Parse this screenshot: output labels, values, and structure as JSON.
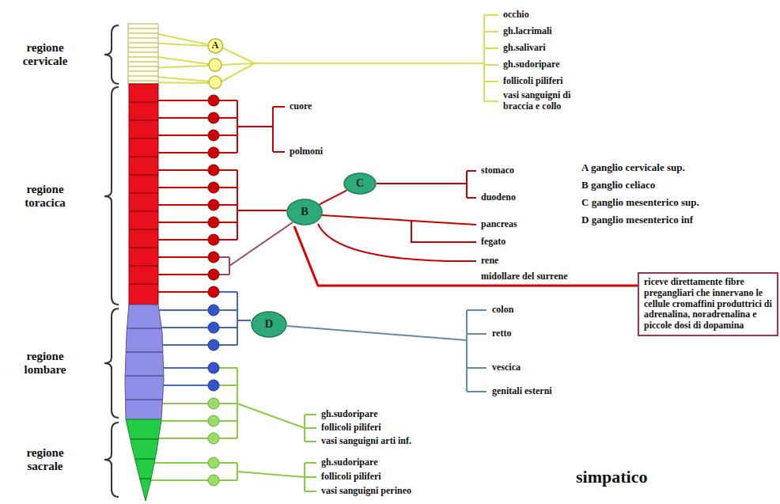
{
  "diagram": {
    "title": "simpatico",
    "nodes": [
      {
        "text": [
          "A"
        ]
      },
      {
        "text": [
          "C"
        ]
      },
      {
        "text": [
          "B"
        ]
      },
      {
        "text": [
          "riceve direttamente fibre pregangliari che innervano le cellule cromaffini produttrici di adrenalina, noradrenalina e piccole dosi di dopamina"
        ]
      },
      {
        "text": [
          "D"
        ]
      }
    ],
    "edges": [
      {
        "from": 2,
        "to": 1,
        "arrow": "none"
      }
    ],
    "labels": [
      "regione cervicale",
      "regione toracica",
      "regione lombare",
      "regione sacrale",
      "occhio",
      "gh.lacrimali",
      "gh.salivari",
      "gh.sudoripare",
      "follicoli piliferi",
      "vasi sanguigni di braccia e collo",
      "cuore",
      "polmoni",
      "stomaco",
      "duodeno",
      "A ganglio cervicale sup.",
      "B ganglio celiaco",
      "C ganglio mesenterico sup.",
      "D ganglio mesenterico inf",
      "pancreas",
      "fegato",
      "rene",
      "midollare del surrene",
      "colon",
      "retto",
      "vescica",
      "genitali esterni",
      "gh.sudoripare",
      "follicoli piliferi",
      "vasi sanguigni arti inf.",
      "gh.sudoripare",
      "follicoli piliferi",
      "vasi sanguigni perineo"
    ]
  }
}
